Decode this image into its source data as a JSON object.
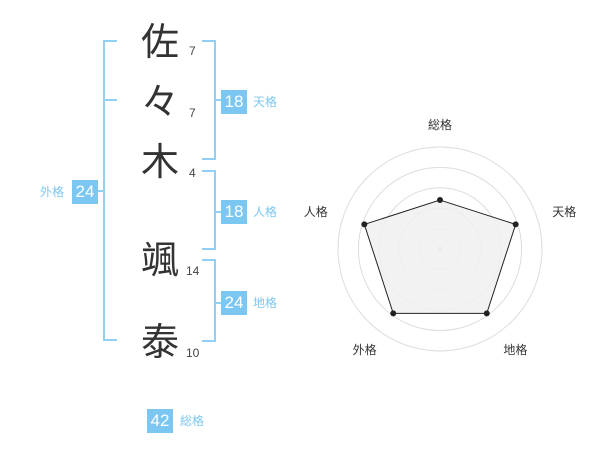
{
  "name": {
    "characters": [
      {
        "char": "佐",
        "strokes": "7"
      },
      {
        "char": "々",
        "strokes": "7"
      },
      {
        "char": "木",
        "strokes": "4"
      },
      {
        "char": "颯",
        "strokes": "14"
      },
      {
        "char": "泰",
        "strokes": "10"
      }
    ]
  },
  "fortunes": {
    "tenkaku": {
      "value": "18",
      "label": "天格"
    },
    "jinkaku": {
      "value": "18",
      "label": "人格"
    },
    "chikaku": {
      "value": "24",
      "label": "地格"
    },
    "gaikaku": {
      "value": "24",
      "label": "外格"
    },
    "soukaku": {
      "value": "42",
      "label": "総格"
    }
  },
  "chart_data": {
    "type": "radar",
    "axes": [
      "総格",
      "天格",
      "地格",
      "外格",
      "人格"
    ],
    "values": [
      0.48,
      0.78,
      0.78,
      0.78,
      0.78
    ],
    "max": 1,
    "rings": 5
  },
  "colors": {
    "accent": "#7cc7f2",
    "bracket": "#8fd0f4",
    "text": "#333333",
    "grid": "#dddddd",
    "fill": "#f0f0f0"
  }
}
